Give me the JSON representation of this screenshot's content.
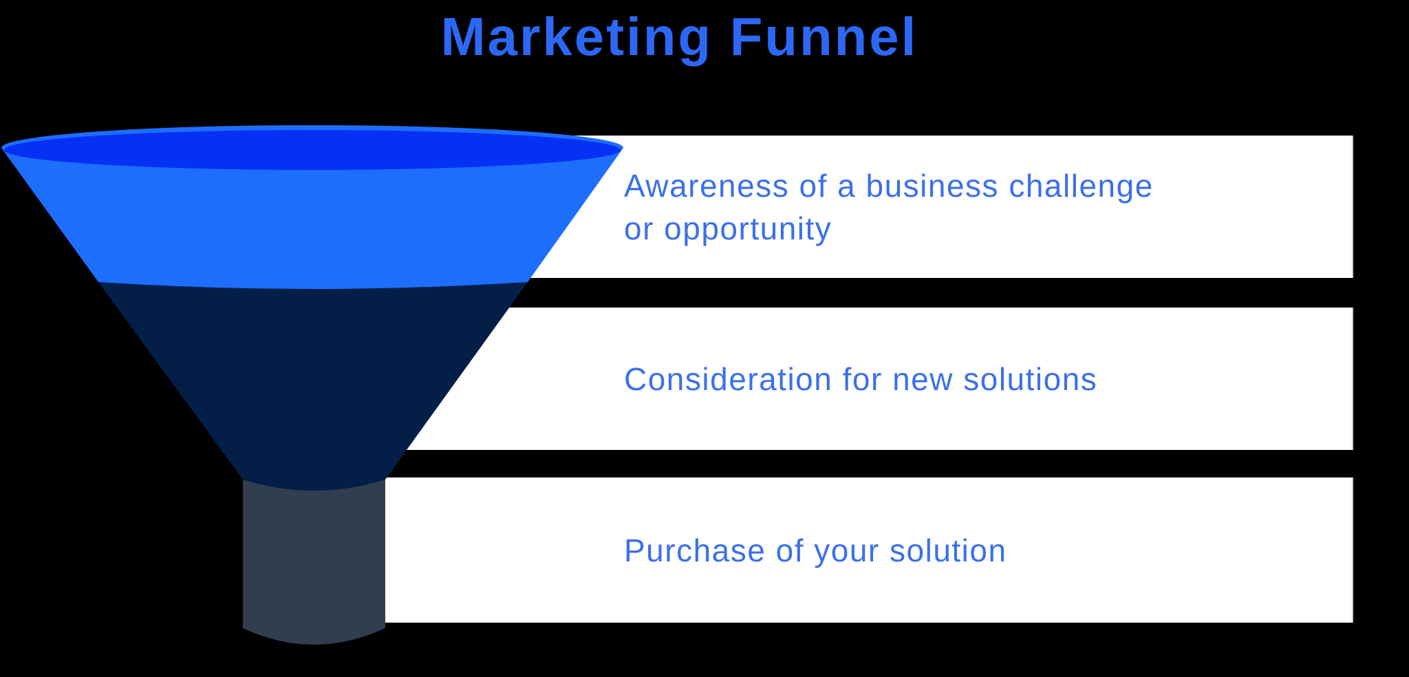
{
  "title": {
    "text": "Marketing Funnel",
    "color": "#2c68f5"
  },
  "background_color": "#000000",
  "card_color": "#ffffff",
  "label_color": "#3b70ea",
  "funnel": {
    "top_opening_color": "#0531f5",
    "stage_colors": {
      "awareness": "#1e6efe",
      "consideration": "#031f48",
      "purchase": "#313e4f"
    }
  },
  "bars": [
    {
      "name": "awareness",
      "lines": [
        "Awareness of a business challenge",
        "or opportunity"
      ]
    },
    {
      "name": "consideration",
      "lines": [
        "Consideration for new solutions"
      ]
    },
    {
      "name": "purchase",
      "lines": [
        "Purchase of your solution"
      ]
    }
  ]
}
